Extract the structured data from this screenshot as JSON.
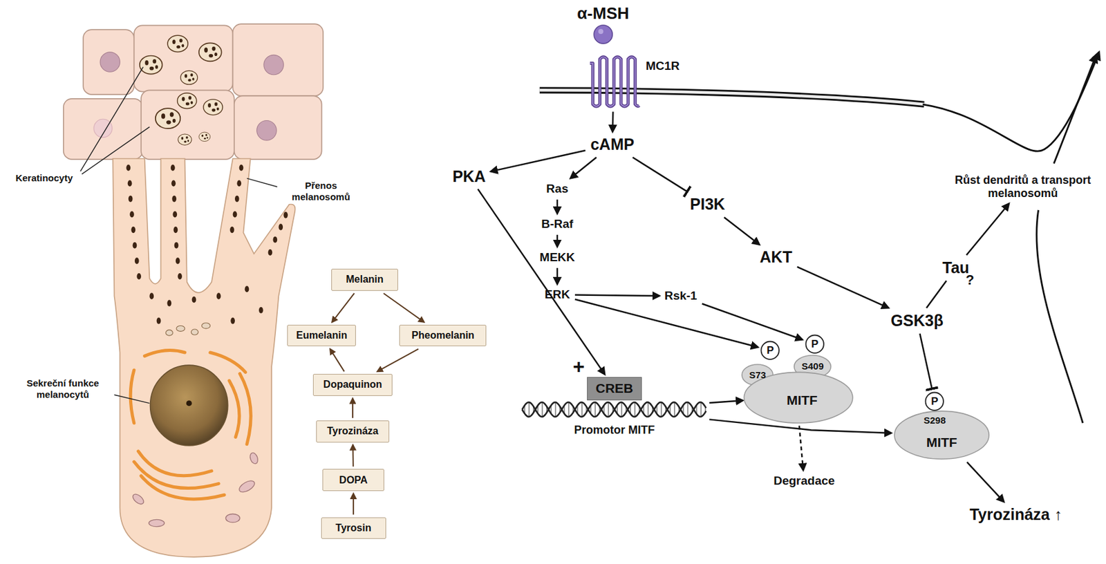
{
  "diagram": {
    "nodes": [
      {
        "text": [
          "Melanin"
        ]
      },
      {
        "text": [
          "Eumelanin"
        ]
      },
      {
        "text": [
          "Pheomelanin"
        ]
      },
      {
        "text": [
          "Dopaquinon"
        ]
      },
      {
        "text": [
          "Tyrozináza"
        ]
      },
      {
        "text": [
          "DOPA"
        ]
      },
      {
        "text": [
          "Tyrosin"
        ]
      },
      {
        "text": [
          "α-MSH"
        ]
      },
      {
        "text": [
          "MC1R"
        ]
      },
      {
        "text": [
          "cAMP"
        ]
      },
      {
        "text": [
          "PKA"
        ]
      },
      {
        "text": [
          "Růst dendritů a transport melanosomů"
        ]
      },
      {
        "text": [
          "Ras"
        ]
      },
      {
        "text": [
          "PI3K"
        ]
      },
      {
        "text": [
          "B-Raf"
        ]
      },
      {
        "text": [
          "MEKK"
        ]
      },
      {
        "text": [
          "AKT"
        ]
      },
      {
        "text": [
          "Tau"
        ]
      },
      {
        "text": [
          "ERK"
        ]
      },
      {
        "text": [
          "Rsk-1"
        ]
      },
      {
        "text": [
          "GSK3β"
        ]
      },
      {
        "text": [
          "Promotor MITF"
        ]
      },
      {
        "text": [
          "CREB"
        ],
        "in": 21
      },
      {
        "text": [
          "S73",
          "S409",
          "MITF"
        ]
      },
      {
        "text": [
          "P"
        ],
        "in": 23
      },
      {
        "text": [
          "P"
        ],
        "in": 23
      },
      {
        "text": [
          "S298",
          "MITF"
        ]
      },
      {
        "text": [
          "P"
        ],
        "in": 26
      },
      {
        "text": [
          "Degradace"
        ]
      },
      {
        "text": [
          "Tyrozináza ↑"
        ]
      }
    ],
    "edges": [
      {
        "from": 6,
        "to": 5,
        "arrow": "to"
      },
      {
        "from": 5,
        "to": 4,
        "arrow": "to"
      },
      {
        "from": 4,
        "to": 3,
        "arrow": "to"
      },
      {
        "from": 3,
        "to": 1,
        "arrow": "to"
      },
      {
        "from": 0,
        "to": 1,
        "arrow": "to"
      },
      {
        "from": 0,
        "to": 2,
        "arrow": "to"
      },
      {
        "from": 2,
        "to": 3,
        "arrow": "to"
      },
      {
        "from": 8,
        "to": 9,
        "arrow": "to"
      },
      {
        "from": 9,
        "to": 10,
        "arrow": "to"
      },
      {
        "from": 9,
        "to": 12,
        "arrow": "to"
      },
      {
        "from": 9,
        "to": 13,
        "arrow": "to"
      },
      {
        "from": 12,
        "to": 14,
        "arrow": "to"
      },
      {
        "from": 14,
        "to": 15,
        "arrow": "to"
      },
      {
        "from": 15,
        "to": 18,
        "arrow": "to"
      },
      {
        "from": 18,
        "to": 19,
        "arrow": "to"
      },
      {
        "from": 18,
        "to": 24,
        "arrow": "to"
      },
      {
        "from": 19,
        "to": 25,
        "arrow": "to"
      },
      {
        "from": 13,
        "to": 16,
        "arrow": "to"
      },
      {
        "from": 16,
        "to": 20,
        "arrow": "to"
      },
      {
        "from": 20,
        "to": 17,
        "arrow": "none"
      },
      {
        "from": 17,
        "to": 11,
        "arrow": "to"
      },
      {
        "from": 20,
        "to": 27,
        "arrow": "to"
      },
      {
        "from": 10,
        "to": 22,
        "arrow": "to"
      },
      {
        "from": 21,
        "to": 23,
        "arrow": "to"
      },
      {
        "from": 21,
        "to": 26,
        "arrow": "to"
      },
      {
        "from": 23,
        "to": 28,
        "arrow": "to"
      },
      {
        "from": 26,
        "to": 29,
        "arrow": "to"
      }
    ],
    "labels": [
      "Keratinocyty",
      "Přenos melanosomů",
      "Sekreční funkce melanocytů",
      "+",
      "?"
    ]
  }
}
